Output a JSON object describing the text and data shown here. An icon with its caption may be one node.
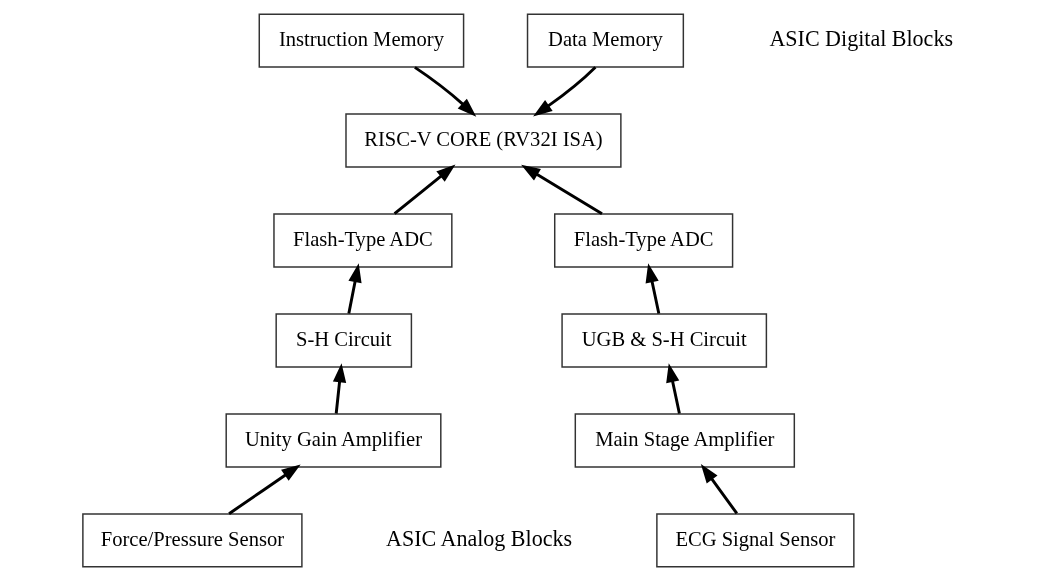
{
  "diagram": {
    "nodes": [
      {
        "text": [
          "Instruction Memory"
        ]
      },
      {
        "text": [
          "Data Memory"
        ]
      },
      {
        "text": [
          "RISC-V CORE (RV32I ISA)"
        ]
      },
      {
        "text": [
          "Flash-Type ADC"
        ]
      },
      {
        "text": [
          "Flash-Type ADC"
        ]
      },
      {
        "text": [
          "S-H Circuit"
        ]
      },
      {
        "text": [
          "UGB & S-H Circuit"
        ]
      },
      {
        "text": [
          "Unity Gain Amplifier"
        ]
      },
      {
        "text": [
          "Main Stage Amplifier"
        ]
      },
      {
        "text": [
          "Force/Pressure Sensor"
        ]
      },
      {
        "text": [
          "ECG Signal Sensor"
        ]
      }
    ],
    "edges": [
      {
        "from": 0,
        "to": 2,
        "arrow": "to"
      },
      {
        "from": 1,
        "to": 2,
        "arrow": "to"
      },
      {
        "from": 3,
        "to": 2,
        "arrow": "to"
      },
      {
        "from": 4,
        "to": 2,
        "arrow": "to"
      },
      {
        "from": 5,
        "to": 3,
        "arrow": "to"
      },
      {
        "from": 6,
        "to": 4,
        "arrow": "to"
      },
      {
        "from": 7,
        "to": 5,
        "arrow": "to"
      },
      {
        "from": 8,
        "to": 6,
        "arrow": "to"
      },
      {
        "from": 9,
        "to": 7,
        "arrow": "to"
      },
      {
        "from": 10,
        "to": 8,
        "arrow": "to"
      }
    ],
    "labels": [
      "ASIC Digital Blocks",
      "ASIC Analog Blocks"
    ]
  }
}
